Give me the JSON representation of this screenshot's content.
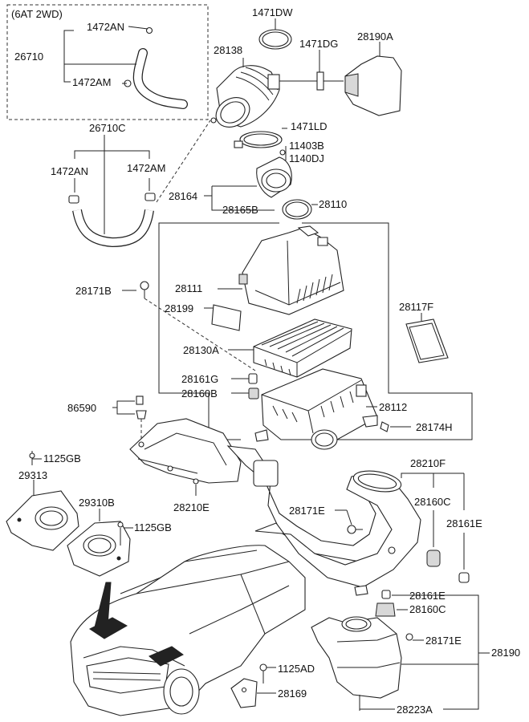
{
  "variant_box": {
    "title": "(6AT 2WD)"
  },
  "labels": {
    "p1472AN_a": "1472AN",
    "p26710": "26710",
    "p1472AM_a": "1472AM",
    "p26710C": "26710C",
    "p1472AN_b": "1472AN",
    "p1472AM_b": "1472AM",
    "p1471DW": "1471DW",
    "p28138": "28138",
    "p1471DG": "1471DG",
    "p28190A": "28190A",
    "p1471LD": "1471LD",
    "p11403B": "11403B",
    "p1140DJ": "1140DJ",
    "p28164": "28164",
    "p28165B": "28165B",
    "p28110": "28110",
    "p28171B": "28171B",
    "p28111": "28111",
    "p28199": "28199",
    "p28117F": "28117F",
    "p28130A": "28130A",
    "p28161G": "28161G",
    "p28160B": "28160B",
    "p28112": "28112",
    "p86590": "86590",
    "p28174H": "28174H",
    "p1125GB_a": "1125GB",
    "p28210F": "28210F",
    "p29313": "29313",
    "p28210E": "28210E",
    "p29310B": "29310B",
    "p28160C_a": "28160C",
    "p1125GB_b": "1125GB",
    "p28171E_a": "28171E",
    "p28161E_a": "28161E",
    "p28161E_b": "28161E",
    "p28160C_b": "28160C",
    "p28171E_b": "28171E",
    "p28190": "28190",
    "p1125AD": "1125AD",
    "p28169": "28169",
    "p28223A": "28223A"
  }
}
